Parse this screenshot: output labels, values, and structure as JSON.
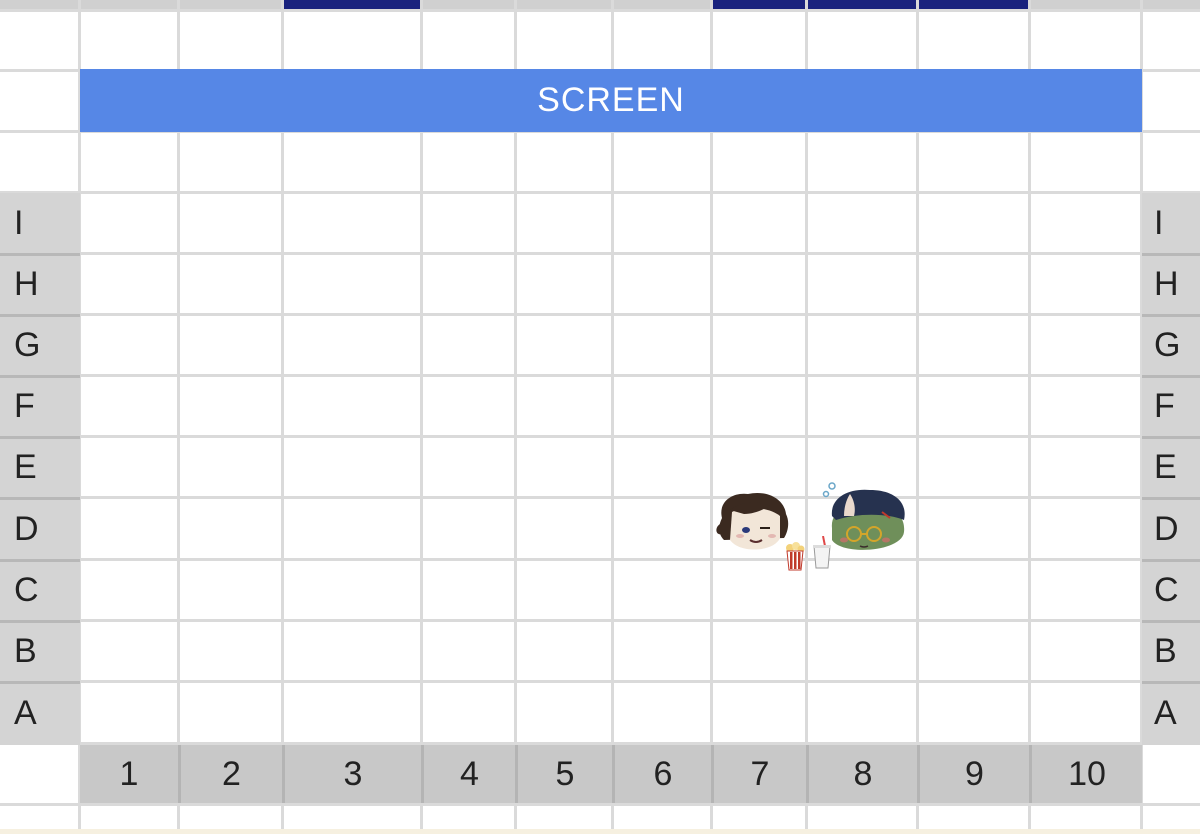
{
  "screen": {
    "label": "SCREEN"
  },
  "rows": [
    "I",
    "H",
    "G",
    "F",
    "E",
    "D",
    "C",
    "B",
    "A"
  ],
  "seats": [
    "1",
    "2",
    "3",
    "4",
    "5",
    "6",
    "7",
    "8",
    "9",
    "10"
  ],
  "colors": {
    "screen": "#5687e6",
    "top_strip_dark": "#1a237e",
    "label_bg": "#d4d4d4",
    "number_bg": "#c8c8c8",
    "grid": "#dadada"
  },
  "occupants": [
    {
      "name": "brown-haired-character",
      "row": "D",
      "seat": "7",
      "item": "popcorn"
    },
    {
      "name": "green-capped-character",
      "row": "D",
      "seat": "8",
      "item": "drink-cup"
    }
  ]
}
